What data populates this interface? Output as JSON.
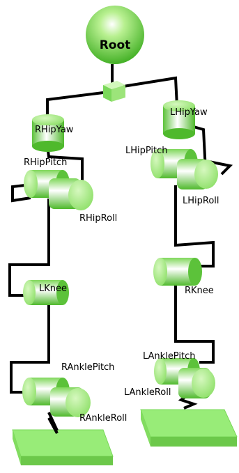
{
  "diagram": {
    "colors": {
      "joint_light": "#ffffff",
      "joint_mid": "#a8ec82",
      "joint_dark": "#4fb92c",
      "foot_top": "#98ec78",
      "foot_side": "#6cc84a",
      "link": "#000000"
    },
    "labels": {
      "root": "Root",
      "r_hip_yaw": "RHipYaw",
      "r_hip_pitch": "RHipPitch",
      "r_hip_roll": "RHipRoll",
      "l_knee": "LKnee",
      "r_ankle_pitch": "RAnklePitch",
      "r_ankle_roll": "RAnkleRoll",
      "l_hip_yaw": "LHipYaw",
      "l_hip_pitch": "LHipPitch",
      "l_hip_roll": "LHipRoll",
      "r_knee": "RKnee",
      "l_ankle_pitch": "LAnklePitch",
      "l_ankle_roll": "LAnkleRoll"
    }
  }
}
